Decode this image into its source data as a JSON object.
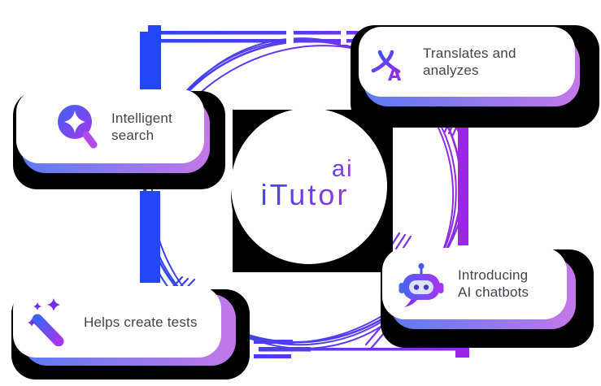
{
  "logo": {
    "name": "iTutor",
    "suffix": "ai"
  },
  "features": [
    {
      "id": "intelligent-search",
      "icon": "sparkle-search-icon",
      "title_lines": [
        "Intelligent",
        "search"
      ]
    },
    {
      "id": "translates-analyzes",
      "icon": "translate-icon",
      "title_lines": [
        "Translates and",
        "analyzes"
      ]
    },
    {
      "id": "helps-create-tests",
      "icon": "magic-wand-icon",
      "title_lines": [
        "Helps create tests"
      ]
    },
    {
      "id": "ai-chatbots",
      "icon": "robot-icon",
      "title_lines": [
        "Introducing",
        "AI chatbots"
      ]
    }
  ],
  "colors": {
    "accent_blue": "#2347f7",
    "accent_purple": "#9b26e6",
    "underlay_gradient_start": "#5b7af3",
    "underlay_gradient_end": "#c478e8",
    "card_text": "#3f444c",
    "shadow": "#000000",
    "background": "#ffffff"
  }
}
